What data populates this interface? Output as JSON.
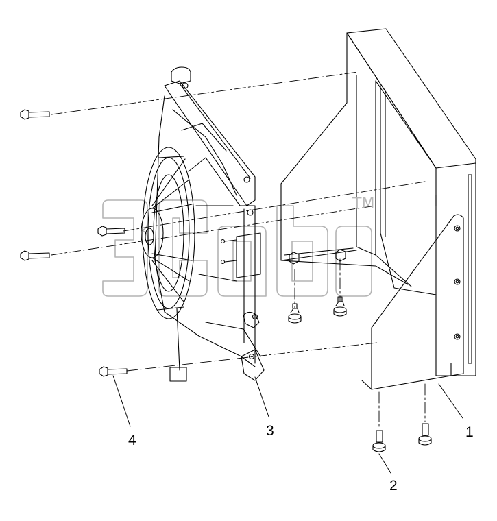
{
  "callouts": {
    "part_1": "1",
    "part_2": "2",
    "part_3": "3",
    "part_4": "4"
  },
  "watermark": {
    "trademark": "TM"
  },
  "colors": {
    "line": "#000000",
    "watermark": "#b4b4b4",
    "background": "#ffffff"
  }
}
